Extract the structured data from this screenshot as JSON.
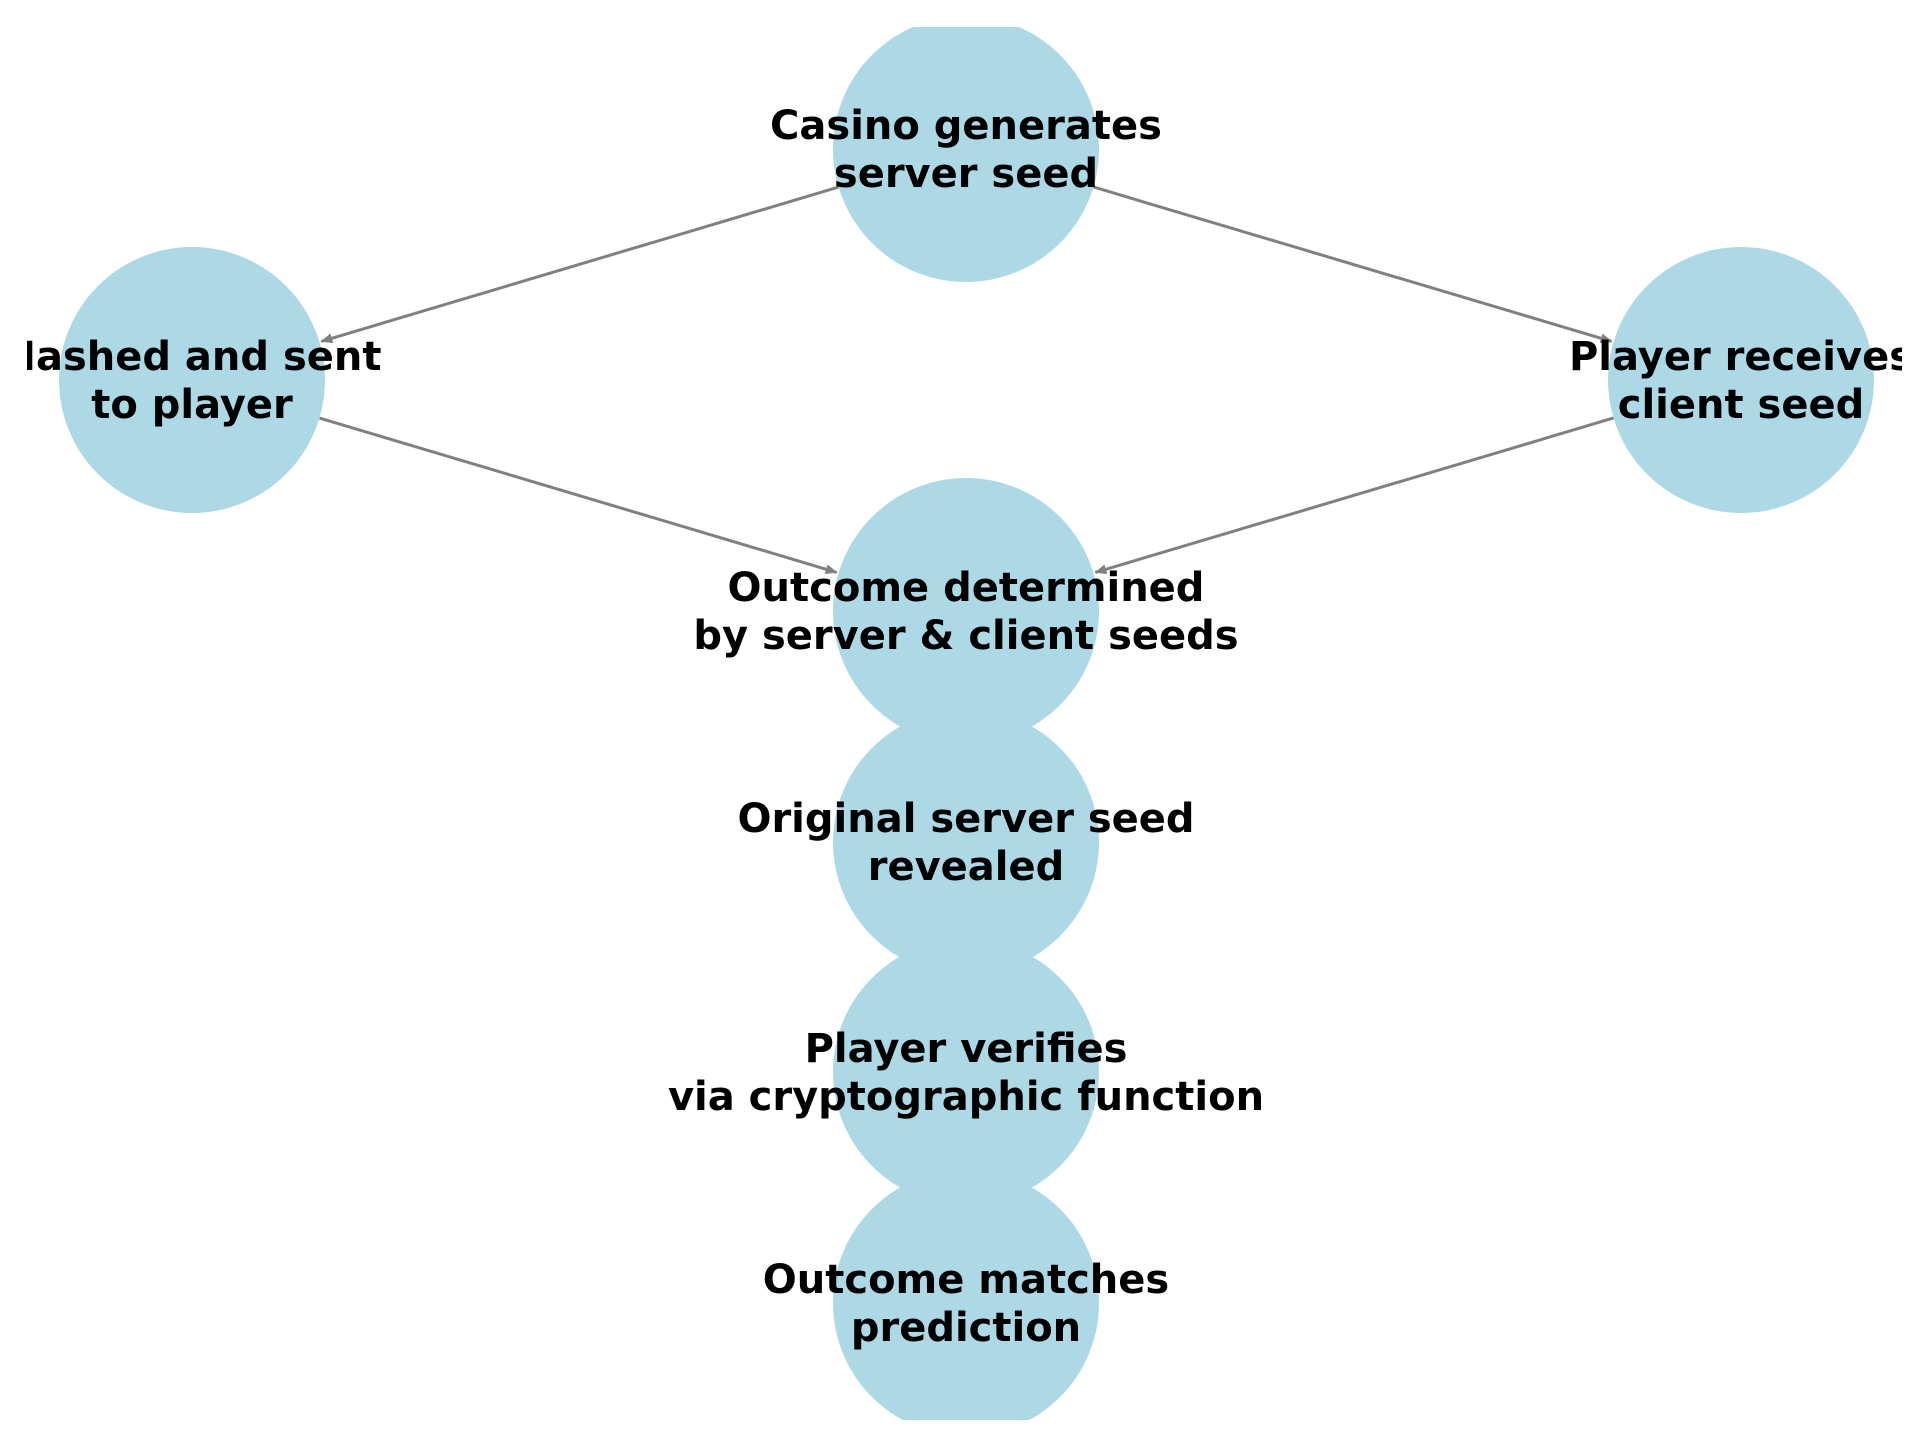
{
  "colors": {
    "node_fill": "#add8e6",
    "edge": "#808080",
    "text": "#000000",
    "background": "#ffffff"
  },
  "nodes": [
    {
      "id": "casino",
      "label": [
        "Casino generates",
        "server seed"
      ]
    },
    {
      "id": "hashed",
      "label": [
        "Hashed and sent",
        "to player"
      ]
    },
    {
      "id": "client",
      "label": [
        "Player receives",
        "client seed"
      ]
    },
    {
      "id": "outcome",
      "label": [
        "Outcome determined",
        "by server & client seeds"
      ]
    },
    {
      "id": "revealed",
      "label": [
        "Original server seed",
        "revealed"
      ]
    },
    {
      "id": "verifies",
      "label": [
        "Player verifies",
        "via cryptographic function"
      ]
    },
    {
      "id": "matches",
      "label": [
        "Outcome matches",
        "prediction"
      ]
    }
  ],
  "edges": [
    {
      "from": "casino",
      "to": "hashed"
    },
    {
      "from": "casino",
      "to": "client"
    },
    {
      "from": "hashed",
      "to": "outcome"
    },
    {
      "from": "client",
      "to": "outcome"
    }
  ]
}
